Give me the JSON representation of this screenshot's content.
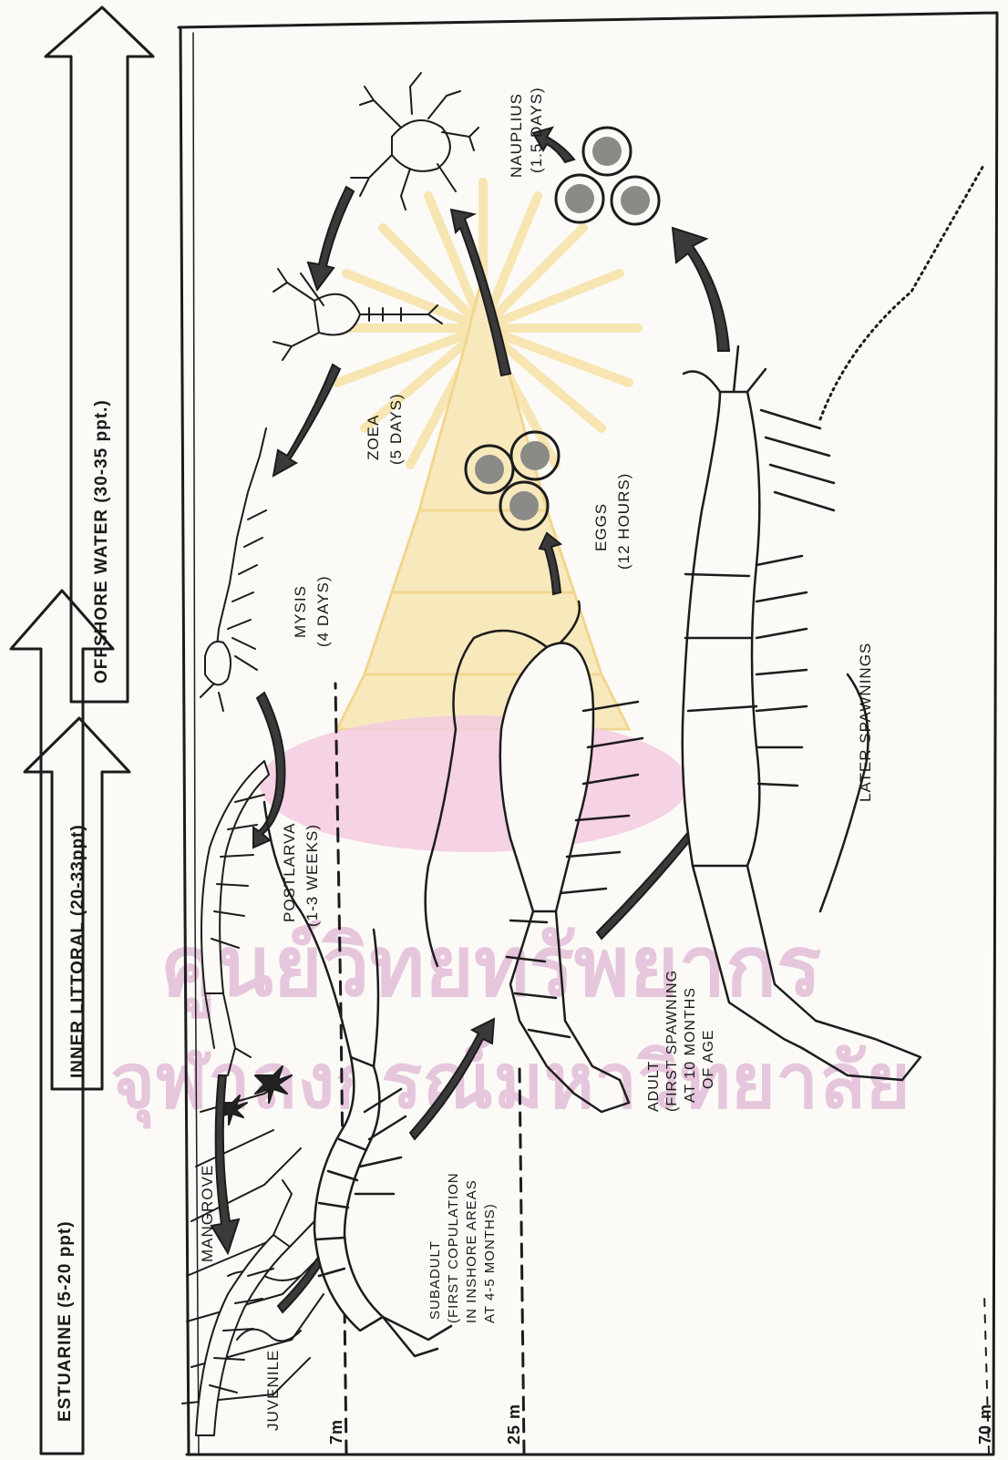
{
  "zones": {
    "estuarine": "ESTUARINE (5-20 ppt)",
    "inner_littoral": "INNER LITTORAL (20-33ppt)",
    "offshore": "OFFSHORE WATER (30-35 ppt.)"
  },
  "stages": {
    "nauplius": {
      "name": "NAUPLIUS",
      "duration": "(1.5 DAYS)"
    },
    "zoea": {
      "name": "ZOEA",
      "duration": "(5 DAYS)"
    },
    "mysis": {
      "name": "MYSIS",
      "duration": "(4 DAYS)"
    },
    "eggs": {
      "name": "EGGS",
      "duration": "(12 HOURS)"
    },
    "postlarva": {
      "name": "POSTLARVA",
      "duration": "(1-3 WEEKS)"
    },
    "mangrove": {
      "name": "MANGROVE"
    },
    "juvenile": {
      "name": "JUVENILE"
    },
    "subadult": {
      "name": "SUBADULT",
      "line1": "(FIRST COPULATION",
      "line2": "IN INSHORE AREAS",
      "line3": "AT 4-5 MONTHS)"
    },
    "adult": {
      "name": "ADULT",
      "line1": "(FIRST SPAWNING",
      "line2": "AT 10 MONTHS",
      "line3": "OF AGE"
    },
    "later": {
      "name": "LATER SPAWNINGS"
    }
  },
  "depths": {
    "d1": "7m",
    "d2": "25 m",
    "d3": "70 m"
  },
  "watermark": {
    "line1": "ศูนย์วิทยทรัพยากร",
    "line2": "จุฬาลงกรณ์มหาวิทยาลัย"
  }
}
